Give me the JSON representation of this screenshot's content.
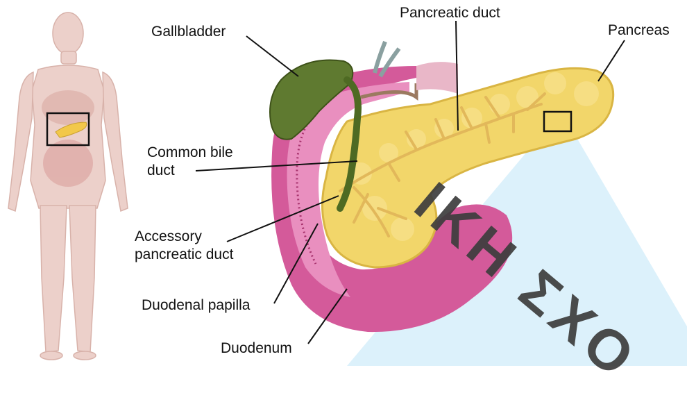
{
  "labels": {
    "gallbladder": "Gallbladder",
    "pancreatic_duct": "Pancreatic duct",
    "pancreas": "Pancreas",
    "common_bile_duct_line1": "Common bile",
    "common_bile_duct_line2": "duct",
    "accessory_duct_line1": "Accessory",
    "accessory_duct_line2": "pancreatic duct",
    "duodenal_papilla": "Duodenal papilla",
    "duodenum": "Duodenum"
  },
  "watermark": {
    "text": "ΙΚΗ ΣΧΟ"
  },
  "colors": {
    "pancreas": "#f2d66a",
    "pancreas_shadow": "#d9b543",
    "duodenum": "#d45a9a",
    "duodenum_inner": "#e98fbf",
    "gallbladder": "#5f7a30",
    "bile_duct": "#4e6a23",
    "body_skin": "#eac8c2",
    "zoom_cone": "#d6effa"
  }
}
